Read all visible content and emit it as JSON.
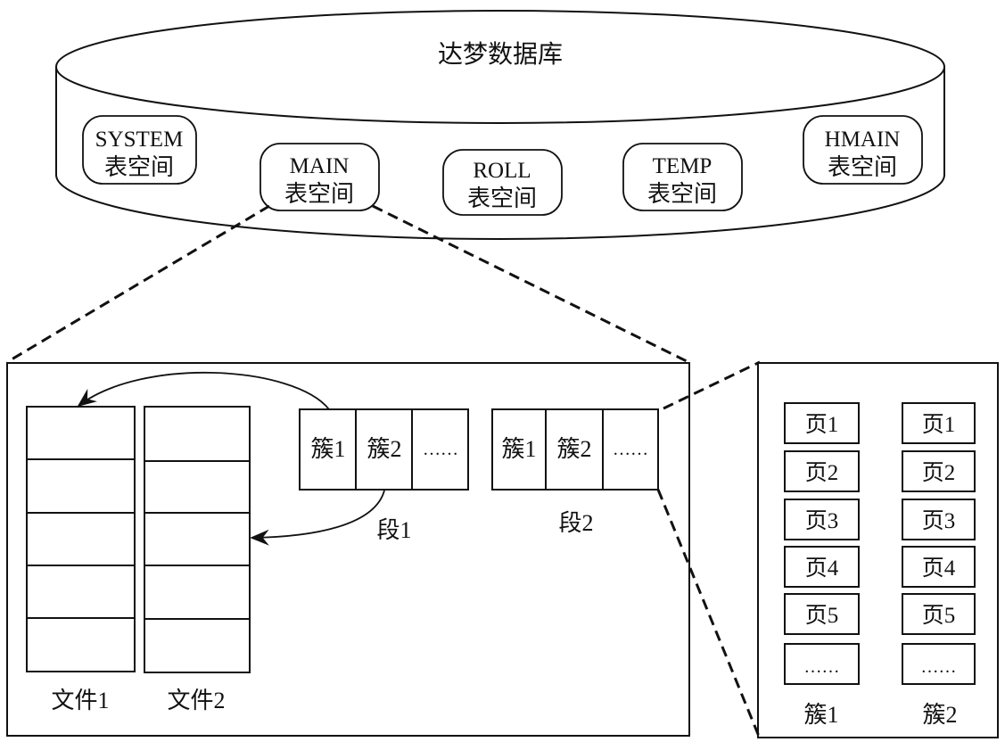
{
  "database": {
    "title": "达梦数据库",
    "tablespaces": [
      {
        "name": "SYSTEM",
        "suffix": "表空间"
      },
      {
        "name": "MAIN",
        "suffix": "表空间"
      },
      {
        "name": "ROLL",
        "suffix": "表空间"
      },
      {
        "name": "TEMP",
        "suffix": "表空间"
      },
      {
        "name": "HMAIN",
        "suffix": "表空间"
      }
    ]
  },
  "main_detail": {
    "files": [
      {
        "label": "文件1",
        "blocks": 5
      },
      {
        "label": "文件2",
        "blocks": 5
      }
    ],
    "segments": [
      {
        "label": "段1",
        "cells": [
          "簇1",
          "簇2",
          "……"
        ]
      },
      {
        "label": "段2",
        "cells": [
          "簇1",
          "簇2",
          "……"
        ]
      }
    ]
  },
  "cluster_detail": {
    "clusters": [
      {
        "label": "簇1",
        "pages": [
          "页1",
          "页2",
          "页3",
          "页4",
          "页5",
          "……"
        ]
      },
      {
        "label": "簇2",
        "pages": [
          "页1",
          "页2",
          "页3",
          "页4",
          "页5",
          "……"
        ]
      }
    ]
  }
}
